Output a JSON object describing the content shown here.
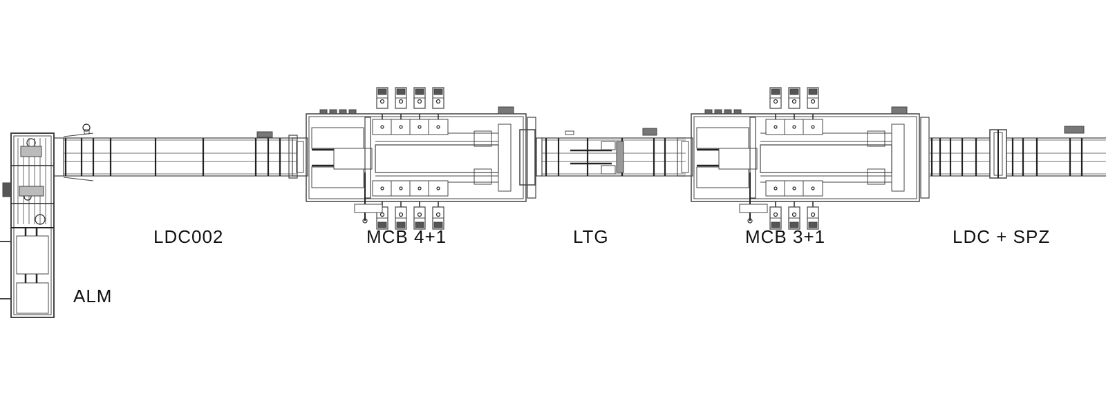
{
  "diagram": {
    "type": "production line layout (top view)",
    "stations": [
      {
        "id": "alm",
        "label": "ALM"
      },
      {
        "id": "ldc002",
        "label": "LDC002"
      },
      {
        "id": "mcb41",
        "label": "MCB 4+1"
      },
      {
        "id": "ltg",
        "label": "LTG"
      },
      {
        "id": "mcb31",
        "label": "MCB 3+1"
      },
      {
        "id": "ldcspz",
        "label": "LDC + SPZ"
      }
    ],
    "colors": {
      "line": "#444444",
      "dark": "#222222",
      "background": "#ffffff"
    }
  }
}
